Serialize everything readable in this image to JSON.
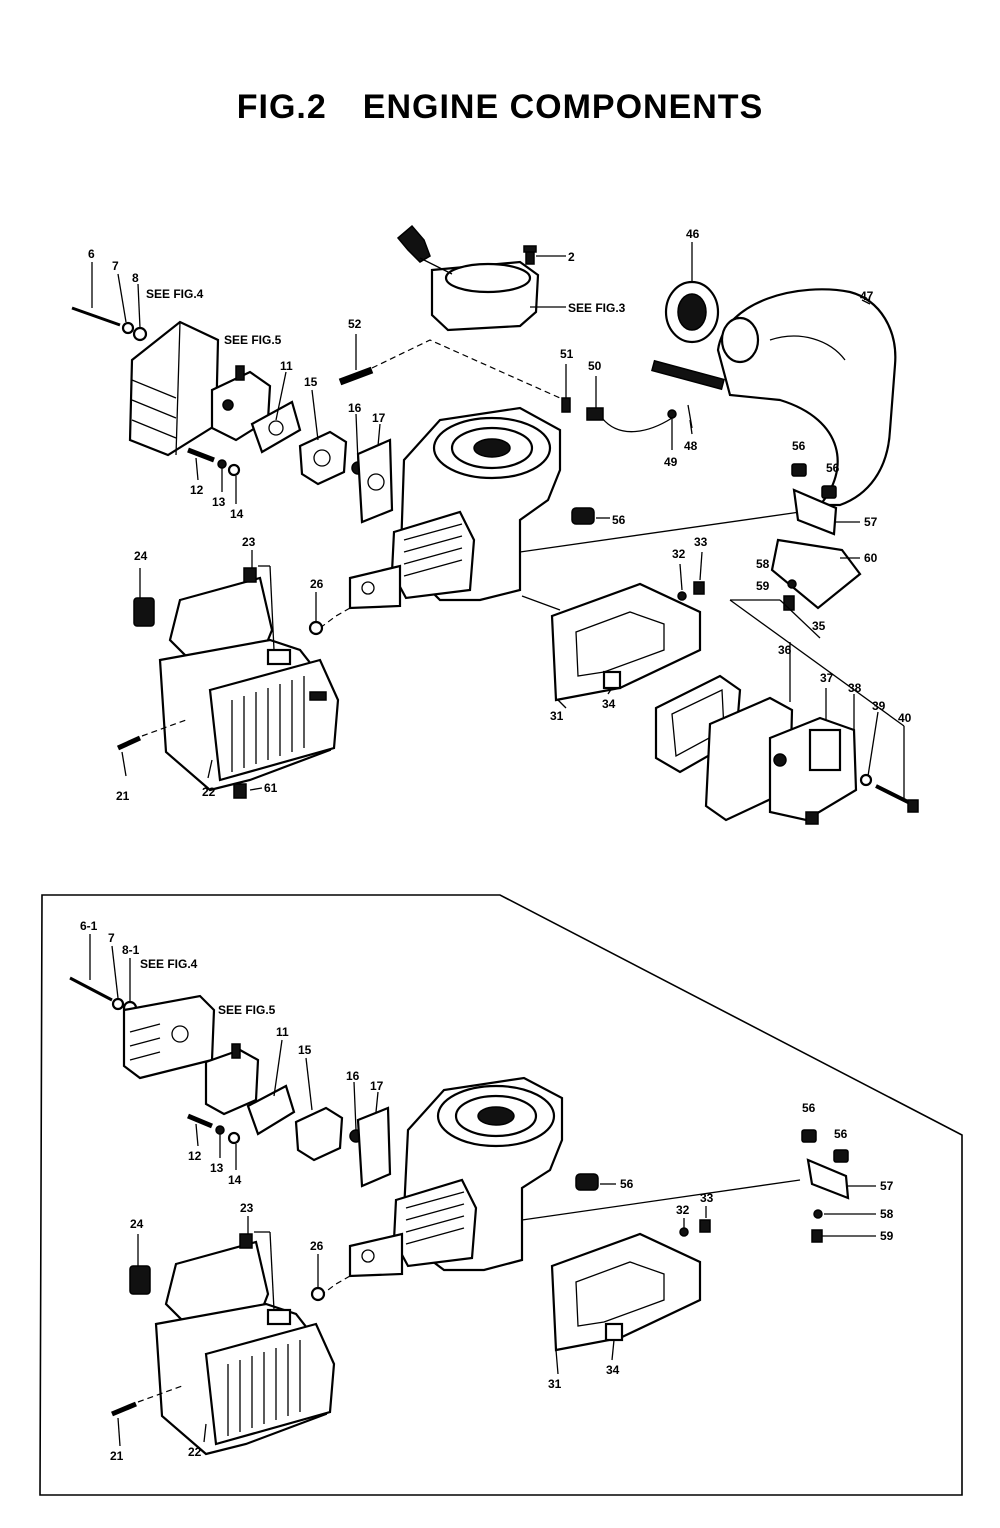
{
  "title": {
    "fig": "FIG.2",
    "name": "ENGINE COMPONENTS"
  },
  "upper_labels": {
    "p6": "6",
    "p7": "7",
    "p8": "8",
    "see4": "SEE FIG.4",
    "see5": "SEE FIG.5",
    "p52": "52",
    "p11": "11",
    "p15": "15",
    "p16": "16",
    "p17": "17",
    "p12": "12",
    "p13": "13",
    "p14": "14",
    "p2": "2",
    "see3": "SEE FIG.3",
    "p46": "46",
    "p47": "47",
    "p51": "51",
    "p50": "50",
    "p48": "48",
    "p49": "49",
    "p56a": "56",
    "p56b": "56",
    "p56c": "56",
    "p57": "57",
    "p60": "60",
    "p58": "58",
    "p59": "59",
    "p32": "32",
    "p33": "33",
    "p35": "35",
    "p36": "36",
    "p37": "37",
    "p38": "38",
    "p39": "39",
    "p40": "40",
    "p31": "31",
    "p34": "34",
    "p24": "24",
    "p23": "23",
    "p26": "26",
    "p21": "21",
    "p22": "22",
    "p61": "61"
  },
  "lower_labels": {
    "p61": "6-1",
    "p7": "7",
    "p81": "8-1",
    "see4": "SEE FIG.4",
    "see5": "SEE FIG.5",
    "p11": "11",
    "p15": "15",
    "p16": "16",
    "p17": "17",
    "p12": "12",
    "p13": "13",
    "p14": "14",
    "p56a": "56",
    "p56b": "56",
    "p56c": "56",
    "p57": "57",
    "p58": "58",
    "p59": "59",
    "p32": "32",
    "p33": "33",
    "p24": "24",
    "p23": "23",
    "p26": "26",
    "p31": "31",
    "p34": "34",
    "p21": "21",
    "p22": "22"
  }
}
